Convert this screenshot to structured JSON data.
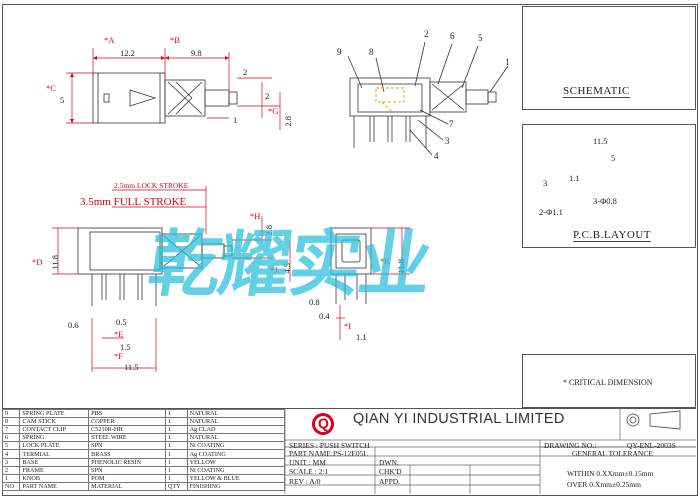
{
  "schematic": {
    "title": "SCHEMATIC"
  },
  "pcb": {
    "title": "P.C.B.LAYOUT",
    "dims": [
      "11.5",
      "5",
      "1.1",
      "3",
      "2-Φ1.1",
      "3-Φ0.8"
    ]
  },
  "critical_note": "* CRITICAL  DIMENSION",
  "top_view": {
    "dims": [
      "*A",
      "*B",
      "12.2",
      "9.8",
      "*C",
      "5",
      "2",
      "2",
      "1",
      "*G",
      "2.8"
    ],
    "callouts": [
      "9",
      "8",
      "2",
      "6",
      "5",
      "1",
      "7",
      "3",
      "4"
    ]
  },
  "front_view": {
    "lock_stroke": "2.5mm LOCK STROKE",
    "full_stroke": "3.5mm FULL STROKE",
    "dims": [
      "*D",
      "11.8",
      "*H",
      "2.8",
      "*J",
      "4.5",
      "*K",
      "11.8",
      "0.6",
      "0.5",
      "*E",
      "1.5",
      "*F",
      "11.5",
      "0.8",
      "0.4",
      "*I",
      "1.1"
    ]
  },
  "watermark": "乾耀实业",
  "parts_list": [
    {
      "no": "9",
      "name": "SPRING PLATE",
      "material": "PBS",
      "qty": "1",
      "finish": "NATURAL"
    },
    {
      "no": "8",
      "name": "CAM STICK",
      "material": "COPPER",
      "qty": "1",
      "finish": "NATURAL"
    },
    {
      "no": "7",
      "name": "CONTACT CLIP",
      "material": "C5210R-HH",
      "qty": "1",
      "finish": "Ag CLAD"
    },
    {
      "no": "6",
      "name": "SPRING",
      "material": "STEEL WIRE",
      "qty": "1",
      "finish": "NATURAL"
    },
    {
      "no": "5",
      "name": "LOCK PLATE",
      "material": "SPN",
      "qty": "1",
      "finish": "Ni COATING"
    },
    {
      "no": "4",
      "name": "TERMIAL",
      "material": "BRASS",
      "qty": "1",
      "finish": "Ag COATING"
    },
    {
      "no": "3",
      "name": "BASE",
      "material": "PHENOLIC RESIN",
      "qty": "1",
      "finish": "YELLOW"
    },
    {
      "no": "2",
      "name": "FRAME",
      "material": "SPN",
      "qty": "1",
      "finish": "Ni COATING"
    },
    {
      "no": "1",
      "name": "KNOB",
      "material": "POM",
      "qty": "1",
      "finish": "YELLOW & BLUE"
    },
    {
      "no": "NO",
      "name": "PART NAME",
      "material": "MATERIAL",
      "qty": "QTY",
      "finish": "FINISHING"
    }
  ],
  "company": {
    "logo_letter": "Q",
    "name": "QIAN YI INDUSTRIAL LIMITED"
  },
  "series": "SERIES : PUSH SWITCH",
  "part_name": "PART NAME:PS-12E05L",
  "unit": "UNIT  :  MM",
  "scale": "SCALE : 2:1",
  "rev": "REV  :  A/0",
  "dwn": "DWN.",
  "chkd": "CHK'D",
  "appd": "APPD.",
  "drawing_no_label": "DRAWING NO.:",
  "drawing_no": "QY-ENL-2003S",
  "tolerance": {
    "title": "GENERAL TOLERANCE",
    "within": "WITHIN 0.XXmm±0.15mm",
    "over": "OVER    0.Xmm±0.25mm"
  }
}
